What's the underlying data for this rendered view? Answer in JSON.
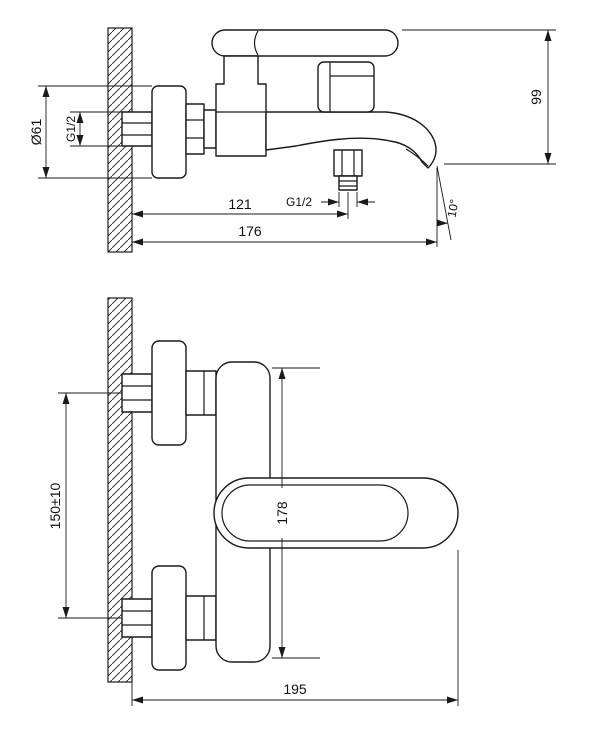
{
  "views": {
    "side": {
      "dim_diameter": "Ø61",
      "dim_wall_thread": "G1/2",
      "dim_height": "99",
      "dim_shower_thread": "G1/2",
      "dim_wall_to_shower": "121",
      "dim_wall_to_spout": "176",
      "dim_spout_angle": "10°"
    },
    "front": {
      "dim_center_distance": "150±10",
      "dim_body_height": "178",
      "dim_total_width": "195"
    }
  }
}
